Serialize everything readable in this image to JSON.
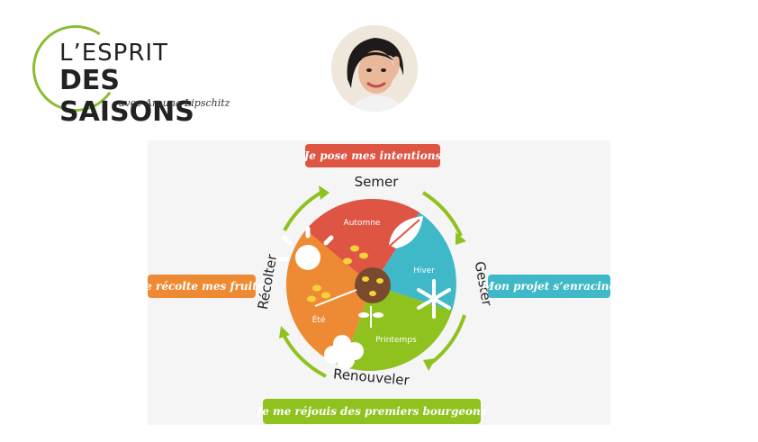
{
  "logo": {
    "line1": "L’ESPRIT",
    "line2": "DES SAISONS",
    "line3": "avec Arouna Lipschitz",
    "accent": "#8dbb32"
  },
  "avatar": {
    "icon": "portrait-avatar"
  },
  "diagram": {
    "callouts": {
      "top": "Je pose mes intentions",
      "right": "Mon projet  s’enracine",
      "left": "Je récolte mes fruits",
      "bottom": "Je me réjouis des premiers bourgeons"
    },
    "cycle_words": {
      "top": "Semer",
      "right": "Gester",
      "bottom": "Renouveler",
      "left": "Récolter"
    },
    "seasons": {
      "autumn": "Automne",
      "winter": "Hiver",
      "spring": "Printemps",
      "summer": "Été"
    },
    "colors": {
      "autumn": "#de5544",
      "winter": "#3fb8c8",
      "spring": "#8fc21f",
      "summer": "#ee8a33",
      "hub": "#7a4a2f",
      "arrow": "#8fc21f"
    }
  }
}
